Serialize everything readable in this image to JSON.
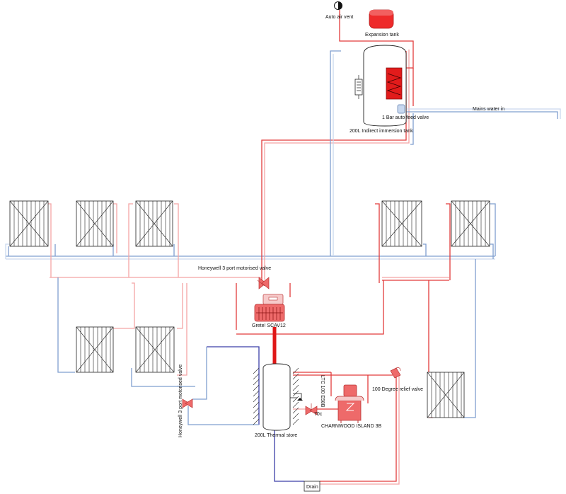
{
  "labels": {
    "auto_air_vent": "Auto air vent",
    "expansion_tank": "Expansion tank",
    "auto_feed_valve": "1 Bar auto feed valve",
    "mains_water": "Mains water in",
    "indirect_tank": "200L Indirect immersion tank",
    "motorised_valve_top": "Honeywell 3 port motorised valve",
    "pump": "Grete! SCAV12",
    "thermal_store": "200L Thermal store",
    "ltc": "LTC 100 E58B",
    "ltc_temp": "70c",
    "relief_valve": "100 Degree relief valve",
    "boiler": "CHARNWOOD ISLAND 3B",
    "motorised_valve_left": "Honeywell 3 port motorised valve",
    "drain": "Drain"
  },
  "colors": {
    "flow_hot": "#e23b3b",
    "return_cold": "#7f9fcf",
    "component_red": "#ee6a6a"
  }
}
